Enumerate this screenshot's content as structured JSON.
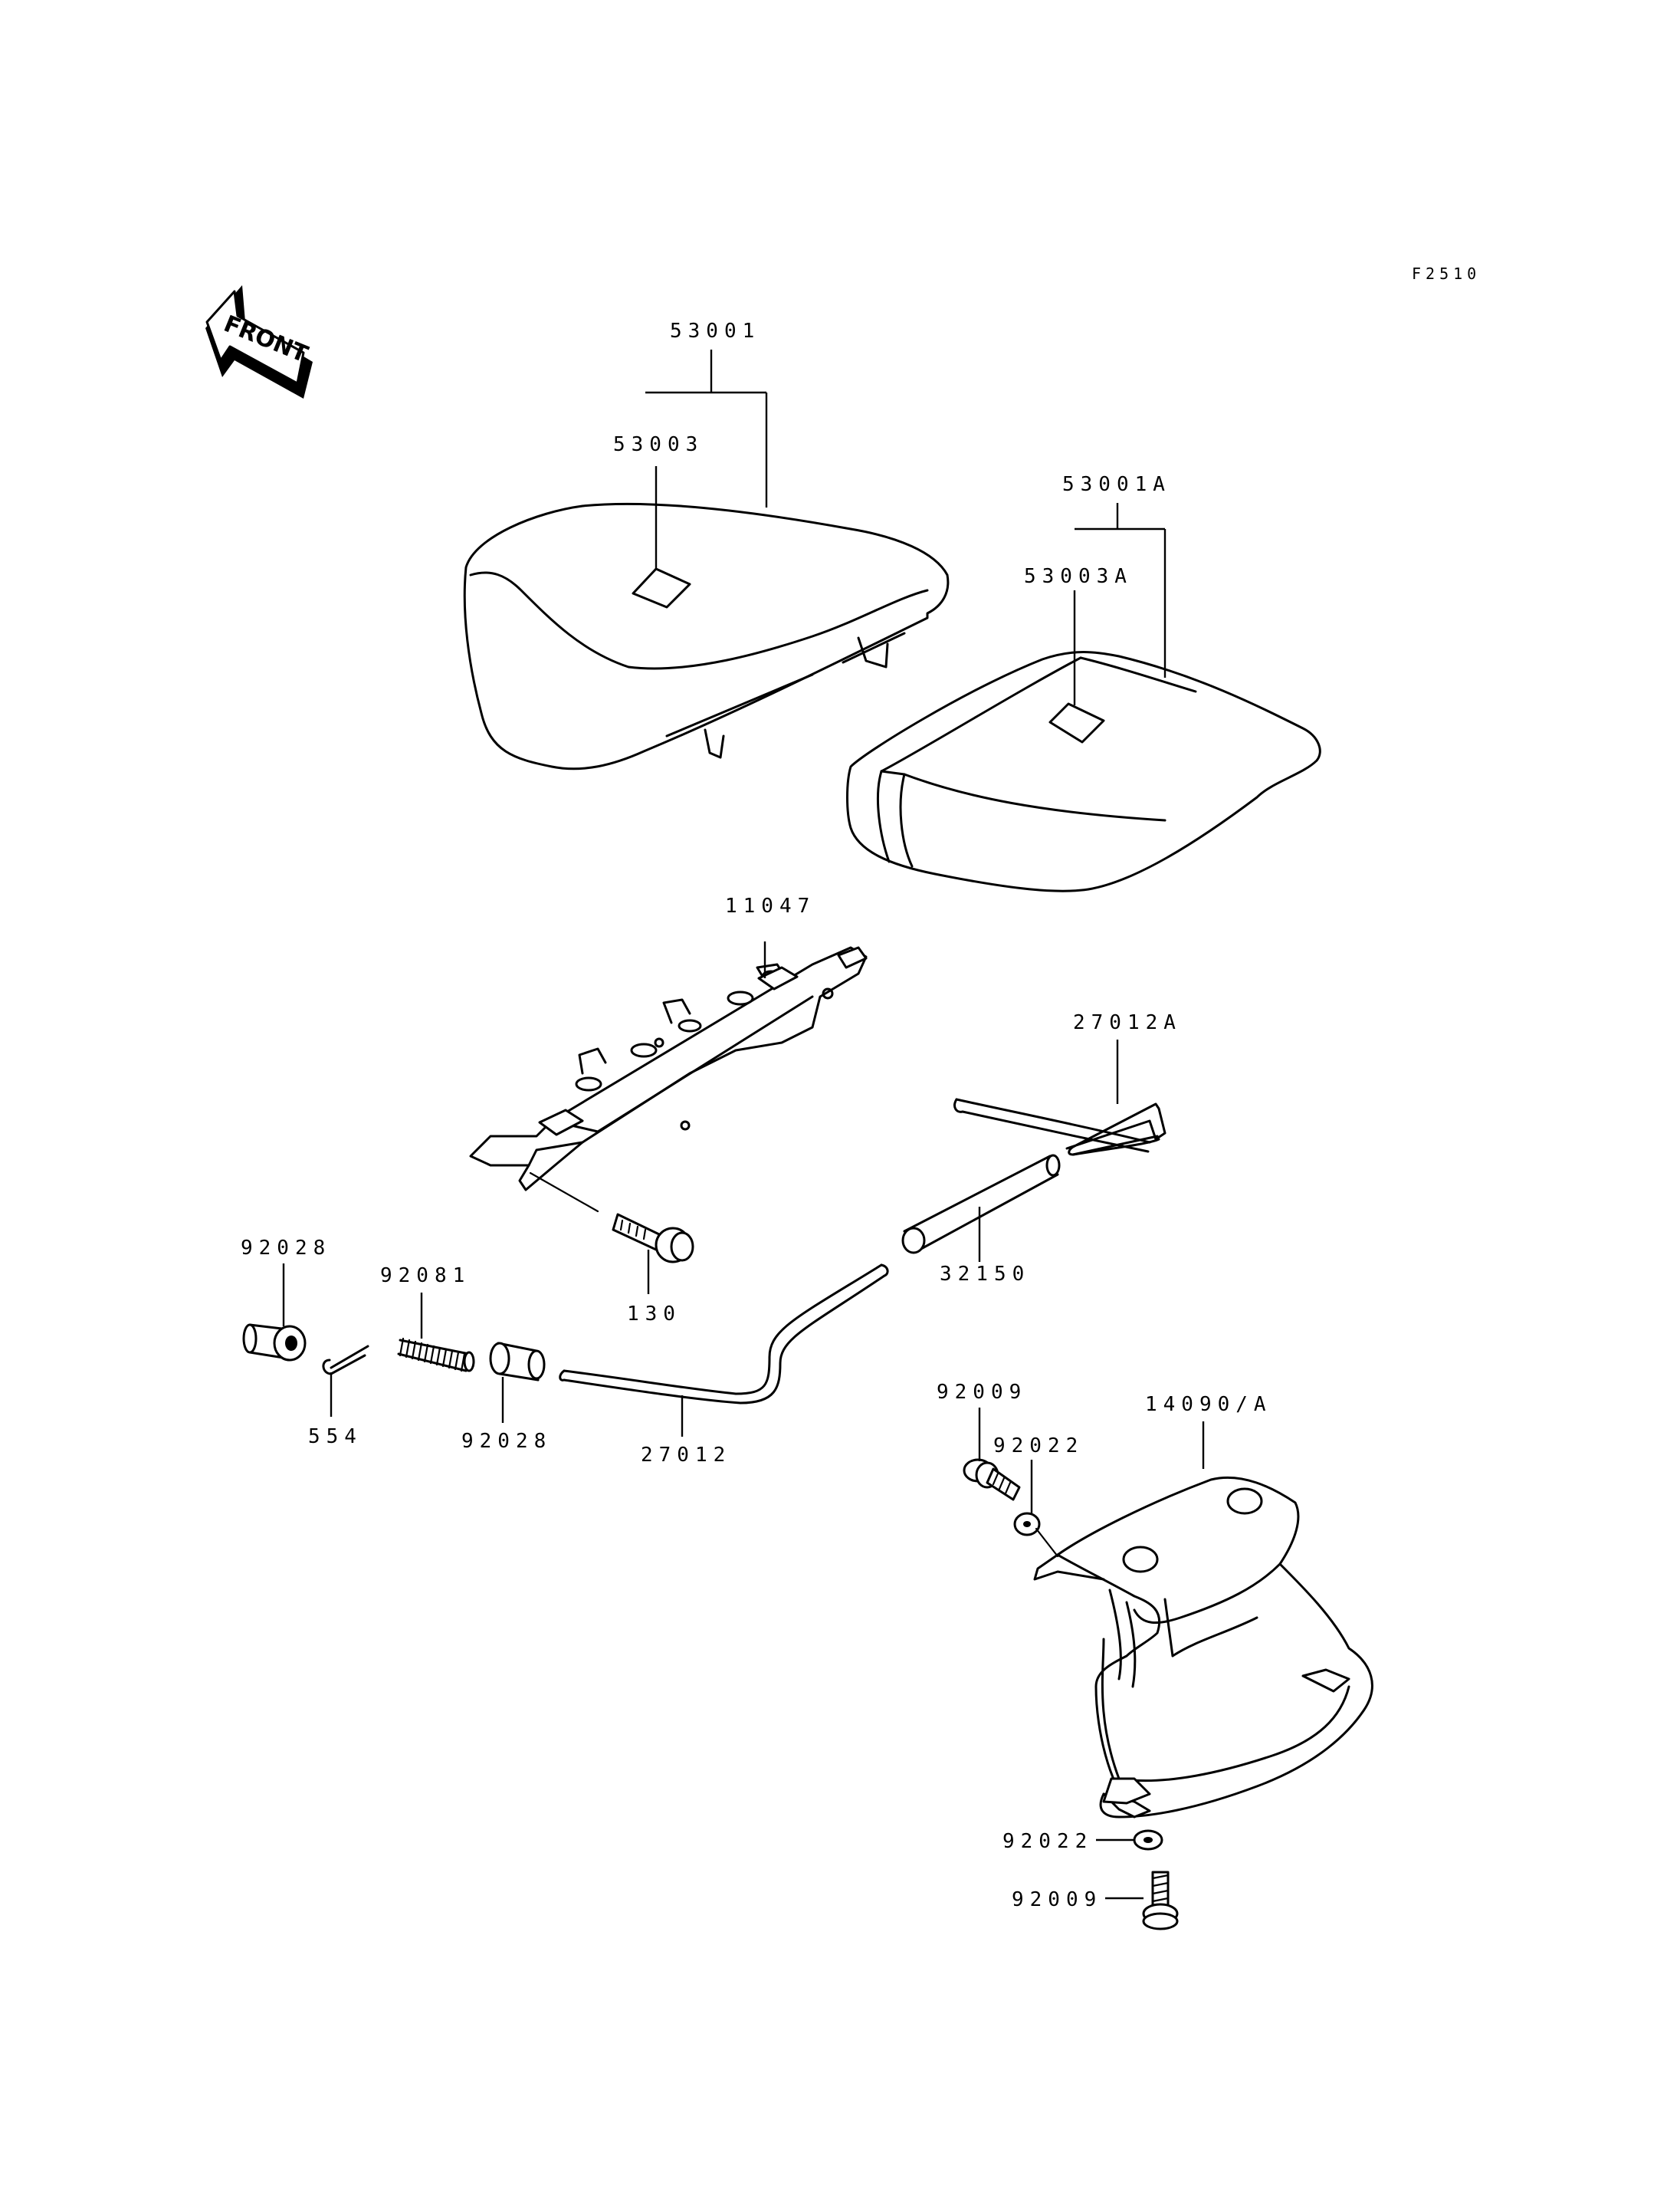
{
  "figure_code": "F2510",
  "front_label": "FRONT",
  "labels": {
    "p53001": "53001",
    "p53003": "53003",
    "p53001a": "53001A",
    "p53003a": "53003A",
    "p11047": "11047",
    "p27012a": "27012A",
    "p92028_top": "92028",
    "p92081": "92081",
    "p130": "130",
    "p32150": "32150",
    "p554": "554",
    "p92028_bottom": "92028",
    "p27012": "27012",
    "p92009_top": "92009",
    "p14090a": "14090/A",
    "p92022_top": "92022",
    "p92022_bottom": "92022",
    "p92009_bottom": "92009"
  }
}
